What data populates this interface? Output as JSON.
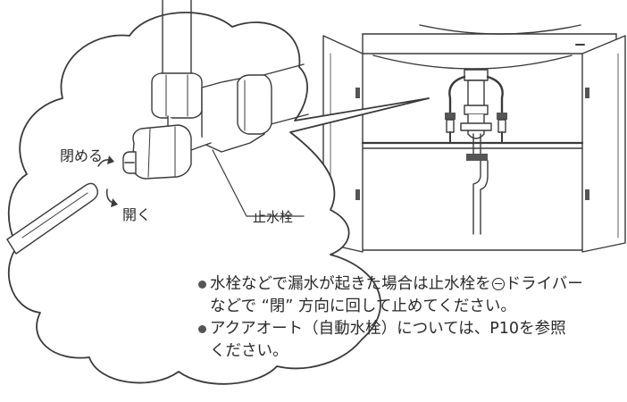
{
  "labels": {
    "close": "閉める",
    "open": "開く",
    "valve": "止水栓"
  },
  "notes": [
    {
      "parts": [
        "水栓などで漏水が起きた場合は止水栓を",
        "ドライバー"
      ],
      "cont": "などで “閉” 方向に回して止めてください。",
      "icon": "minus-screwdriver-icon"
    },
    {
      "parts": [
        "アクアオート（自動水栓）については、P10を参照"
      ],
      "cont": "ください。"
    }
  ],
  "colors": {
    "line": "#3a3a3a",
    "fill": "#ffffff"
  }
}
